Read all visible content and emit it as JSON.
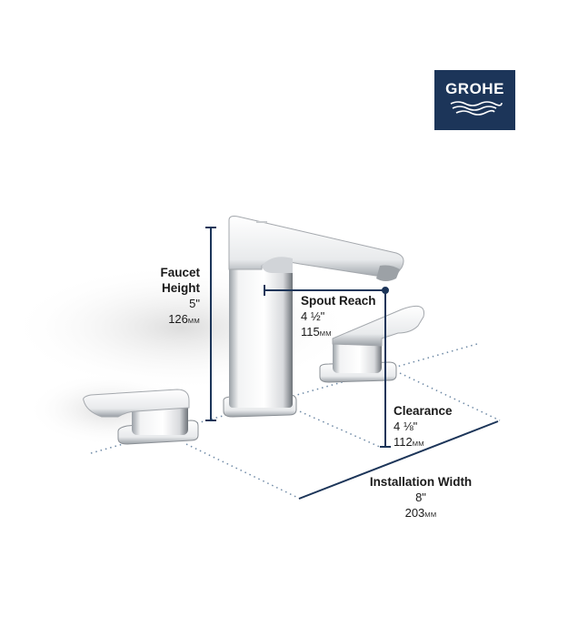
{
  "brand": {
    "name": "GROHE",
    "logo_bg": "#1c3559",
    "icon": "water-waves-icon"
  },
  "colors": {
    "dimension_line": "#1c3559",
    "dotted_line": "#6f8aa6",
    "chrome_light": "#f4f5f6",
    "chrome_dark": "#7b7f85"
  },
  "dimensions": {
    "faucet_height": {
      "title_line1": "Faucet",
      "title_line2": "Height",
      "inches": "5\"",
      "mm_value": "126",
      "mm_unit": "MM"
    },
    "spout_reach": {
      "title": "Spout Reach",
      "inches": "4 ½\"",
      "mm_value": "115",
      "mm_unit": "MM"
    },
    "clearance": {
      "title": "Clearance",
      "inches": "4 ⅛\"",
      "mm_value": "112",
      "mm_unit": "MM"
    },
    "installation_width": {
      "title": "Installation Width",
      "inches": "8\"",
      "mm_value": "203",
      "mm_unit": "MM"
    }
  }
}
